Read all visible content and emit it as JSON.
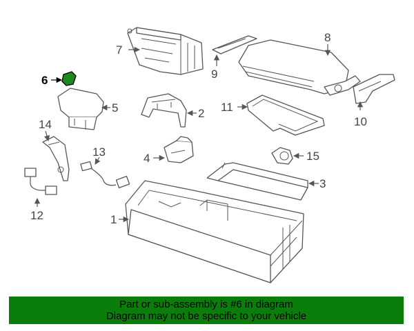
{
  "callouts": {
    "c1": "1",
    "c2": "2",
    "c3": "3",
    "c4": "4",
    "c5": "5",
    "c6": "6",
    "c7": "7",
    "c8": "8",
    "c9": "9",
    "c10": "10",
    "c11": "11",
    "c12": "12",
    "c13": "13",
    "c14": "14",
    "c15": "15"
  },
  "highlight": {
    "part": "6",
    "color": "#1e8a1e"
  },
  "notice": {
    "line1": "Part or sub-assembly is #6 in diagram",
    "line2": "Diagram may not be specific to your vehicle",
    "background": "#0a7d0a"
  }
}
